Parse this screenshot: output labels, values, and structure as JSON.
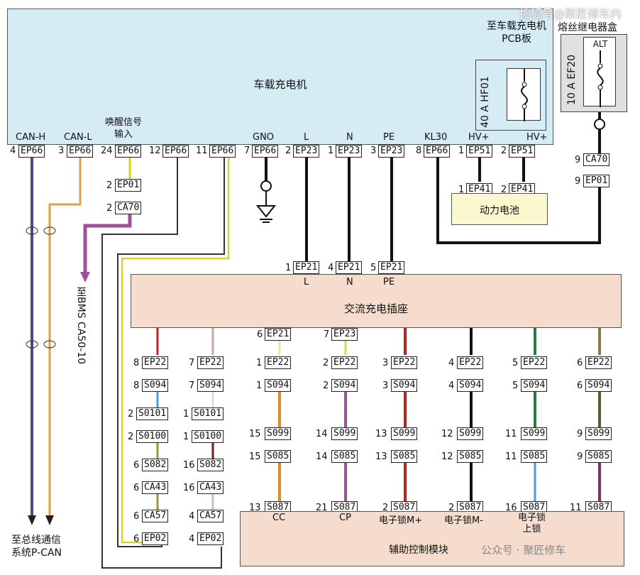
{
  "watermark_top": "搜狐号@聚匠修车内",
  "watermark_bottom": "公众号 · 聚匠修车",
  "charger": {
    "title": "车载充电机",
    "pcb_label": "至车载充电机PCB板",
    "pcb_fuse": "40 A HF01"
  },
  "fusebox": {
    "label": "熔丝继电器盒",
    "relay": "ALT",
    "fuse": "10 A EF20"
  },
  "battery": {
    "label": "动力电池"
  },
  "socket": {
    "label": "交流充电插座",
    "pins": [
      "L",
      "N",
      "PE"
    ]
  },
  "aux": {
    "label": "辅助控制模块",
    "signals": [
      "CC",
      "CP",
      "电子锁M+",
      "电子锁M-",
      "电子锁\n上锁"
    ]
  },
  "charger_pins": [
    {
      "name": "CAN-H",
      "num": "4",
      "conn": "EP66"
    },
    {
      "name": "CAN-L",
      "num": "3",
      "conn": "EP66"
    },
    {
      "name": "唤醒信号\n输入",
      "num": "24",
      "conn": "EP66"
    },
    {
      "name": "",
      "num": "12",
      "conn": "EP66"
    },
    {
      "name": "",
      "num": "11",
      "conn": "EP66"
    },
    {
      "name": "GNO",
      "num": "7",
      "conn": "EP66"
    },
    {
      "name": "L",
      "num": "2",
      "conn": "EP23"
    },
    {
      "name": "N",
      "num": "1",
      "conn": "EP23"
    },
    {
      "name": "PE",
      "num": "3",
      "conn": "EP23"
    },
    {
      "name": "KL30",
      "num": "8",
      "conn": "EP66"
    },
    {
      "name": "HV+",
      "num": "1",
      "conn": "EP51"
    },
    {
      "name": "HV+",
      "num": "2",
      "conn": "EP51"
    }
  ],
  "misc_conns": [
    {
      "num": "2",
      "conn": "EP01"
    },
    {
      "num": "2",
      "conn": "CA70"
    },
    {
      "num": "1",
      "conn": "EP41"
    },
    {
      "num": "2",
      "conn": "EP41"
    },
    {
      "num": "9",
      "conn": "CA70"
    },
    {
      "num": "9",
      "conn": "EP01"
    },
    {
      "num": "1",
      "conn": "EP21"
    },
    {
      "num": "4",
      "conn": "EP21"
    },
    {
      "num": "5",
      "conn": "EP21"
    },
    {
      "num": "6",
      "conn": "EP21"
    },
    {
      "num": "7",
      "conn": "EP23"
    }
  ],
  "left_col1": [
    {
      "num": "8",
      "conn": "EP22"
    },
    {
      "num": "8",
      "conn": "S094"
    },
    {
      "num": "2",
      "conn": "S0101"
    },
    {
      "num": "2",
      "conn": "S0100"
    },
    {
      "num": "6",
      "conn": "S082"
    },
    {
      "num": "6",
      "conn": "CA43"
    },
    {
      "num": "6",
      "conn": "CA57"
    },
    {
      "num": "6",
      "conn": "EP02"
    }
  ],
  "left_col2": [
    {
      "num": "7",
      "conn": "EP22"
    },
    {
      "num": "7",
      "conn": "S094"
    },
    {
      "num": "1",
      "conn": "S0101"
    },
    {
      "num": "1",
      "conn": "S0100"
    },
    {
      "num": "16",
      "conn": "S082"
    },
    {
      "num": "16",
      "conn": "CA43"
    },
    {
      "num": "4",
      "conn": "CA57"
    },
    {
      "num": "4",
      "conn": "EP02"
    }
  ],
  "aux_cols": [
    [
      {
        "num": "1",
        "conn": "EP22"
      },
      {
        "num": "1",
        "conn": "S094"
      },
      {
        "num": "15",
        "conn": "S099"
      },
      {
        "num": "15",
        "conn": "S085"
      },
      {
        "num": "13",
        "conn": "S087"
      }
    ],
    [
      {
        "num": "2",
        "conn": "EP22"
      },
      {
        "num": "2",
        "conn": "S094"
      },
      {
        "num": "14",
        "conn": "S099"
      },
      {
        "num": "14",
        "conn": "S085"
      },
      {
        "num": "21",
        "conn": "S087"
      }
    ],
    [
      {
        "num": "3",
        "conn": "EP22"
      },
      {
        "num": "3",
        "conn": "S094"
      },
      {
        "num": "13",
        "conn": "S099"
      },
      {
        "num": "13",
        "conn": "S085"
      },
      {
        "num": "2",
        "conn": "S087"
      }
    ],
    [
      {
        "num": "4",
        "conn": "EP22"
      },
      {
        "num": "4",
        "conn": "S094"
      },
      {
        "num": "12",
        "conn": "S099"
      },
      {
        "num": "12",
        "conn": "S085"
      },
      {
        "num": "2",
        "conn": "S087"
      }
    ],
    [
      {
        "num": "5",
        "conn": "EP22"
      },
      {
        "num": "5",
        "conn": "S094"
      },
      {
        "num": "11",
        "conn": "S099"
      },
      {
        "num": "11",
        "conn": "S085"
      },
      {
        "num": "16",
        "conn": "S087"
      }
    ],
    [
      {
        "num": "6",
        "conn": "EP22"
      },
      {
        "num": "6",
        "conn": "S094"
      },
      {
        "num": "9",
        "conn": "S099"
      },
      {
        "num": "9",
        "conn": "S085"
      },
      {
        "num": "11",
        "conn": "S087"
      }
    ]
  ],
  "bms_label": "至BMS CA50-10",
  "pcan_label": "至总线通信\n系统P-CAN",
  "colors": {
    "charger": "#d5ecf4",
    "socket": "#f5dccc",
    "battery": "#fbf7cf",
    "purple": "#a0509a",
    "orange": "#e0a040",
    "navy": "#4a4a90"
  }
}
